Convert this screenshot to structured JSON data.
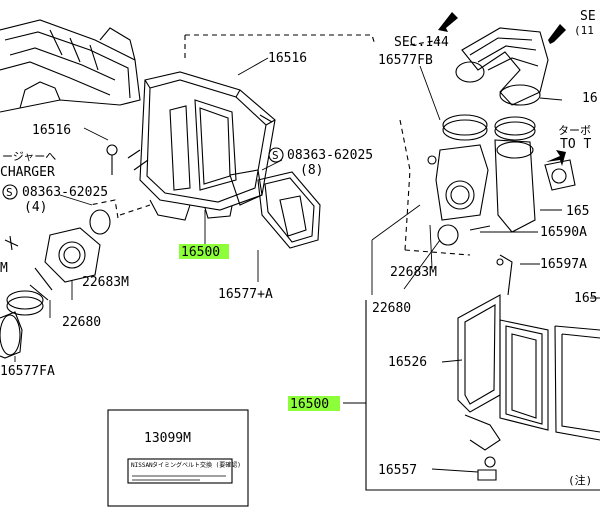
{
  "diagram": {
    "callouts": {
      "part_16516_top": "16516",
      "part_16516_left": "16516",
      "sec_144": "SEC.144",
      "sec_right": "SE",
      "sec_right_sub": "(11",
      "part_16577FB": "16577FB",
      "part_16_right_top": "16",
      "turbo_jp": "ターボ",
      "to_t": "TO T",
      "charger_jp": "ージャーへ",
      "charger_en": "CHARGER",
      "bolt_08363_mid": "08363-62025",
      "bolt_qty_8": "(8)",
      "bolt_08363_left": "08363-62025",
      "bolt_qty_4": "(4)",
      "bolt_symbol": "S",
      "part_165_right": "165",
      "part_16590A": "16590A",
      "part_16597A": "16597A",
      "part_16500_center": "16500",
      "part_16500_lower": "16500",
      "part_16577A": "16577+A",
      "part_22683M_left": "22683M",
      "part_22683M_right": "22683M",
      "part_22680_left": "22680",
      "part_22680_right": "22680",
      "part_16577FA": "16577FA",
      "part_m_edge": "M",
      "part_16526": "16526",
      "part_165_far_right": "165",
      "part_16557": "16557",
      "note_jp": "(注)",
      "label_box_number": "13099M",
      "label_sticker_brand": "NISSAN",
      "label_sticker_text": "タイミングベルト交換 (要確認)"
    },
    "highlight_color": "#8cff3a"
  }
}
